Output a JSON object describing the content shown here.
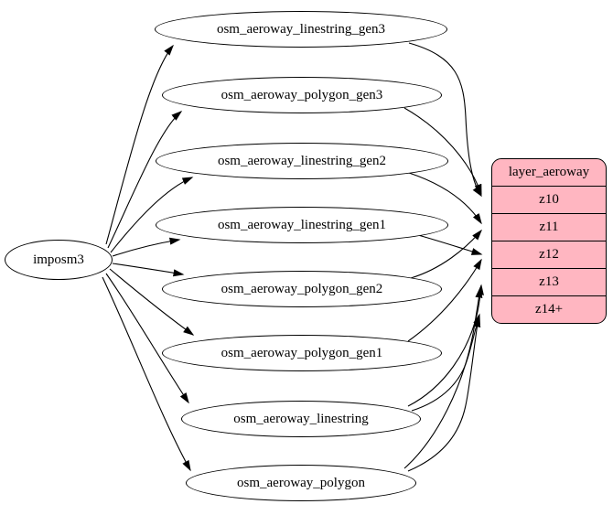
{
  "diagram": {
    "background_color": "#ffffff",
    "node_fill_color": "#ffffff",
    "edge_color": "#000000",
    "source": {
      "label": "imposm3"
    },
    "tables": [
      {
        "id": "osm_aeroway_linestring_gen3",
        "label": "osm_aeroway_linestring_gen3"
      },
      {
        "id": "osm_aeroway_polygon_gen3",
        "label": "osm_aeroway_polygon_gen3"
      },
      {
        "id": "osm_aeroway_linestring_gen2",
        "label": "osm_aeroway_linestring_gen2"
      },
      {
        "id": "osm_aeroway_linestring_gen1",
        "label": "osm_aeroway_linestring_gen1"
      },
      {
        "id": "osm_aeroway_polygon_gen2",
        "label": "osm_aeroway_polygon_gen2"
      },
      {
        "id": "osm_aeroway_polygon_gen1",
        "label": "osm_aeroway_polygon_gen1"
      },
      {
        "id": "osm_aeroway_linestring",
        "label": "osm_aeroway_linestring"
      },
      {
        "id": "osm_aeroway_polygon",
        "label": "osm_aeroway_polygon"
      }
    ],
    "layer": {
      "title": "layer_aeroway",
      "rows": [
        "z10",
        "z11",
        "z12",
        "z13",
        "z14+"
      ],
      "fill_color": "#ffb6c1",
      "border_color": "#000000"
    },
    "edges": {
      "source_to_tables": [
        "osm_aeroway_linestring_gen3",
        "osm_aeroway_polygon_gen3",
        "osm_aeroway_linestring_gen2",
        "osm_aeroway_linestring_gen1",
        "osm_aeroway_polygon_gen2",
        "osm_aeroway_polygon_gen1",
        "osm_aeroway_linestring",
        "osm_aeroway_polygon"
      ],
      "tables_to_layer": [
        {
          "from": "osm_aeroway_linestring_gen3",
          "to": "z10"
        },
        {
          "from": "osm_aeroway_polygon_gen3",
          "to": "z10"
        },
        {
          "from": "osm_aeroway_linestring_gen2",
          "to": "z11"
        },
        {
          "from": "osm_aeroway_polygon_gen2",
          "to": "z11"
        },
        {
          "from": "osm_aeroway_linestring_gen1",
          "to": "z12"
        },
        {
          "from": "osm_aeroway_polygon_gen1",
          "to": "z12"
        },
        {
          "from": "osm_aeroway_linestring",
          "to": "z13"
        },
        {
          "from": "osm_aeroway_polygon",
          "to": "z13"
        },
        {
          "from": "osm_aeroway_linestring",
          "to": "z14+"
        },
        {
          "from": "osm_aeroway_polygon",
          "to": "z14+"
        }
      ]
    }
  }
}
